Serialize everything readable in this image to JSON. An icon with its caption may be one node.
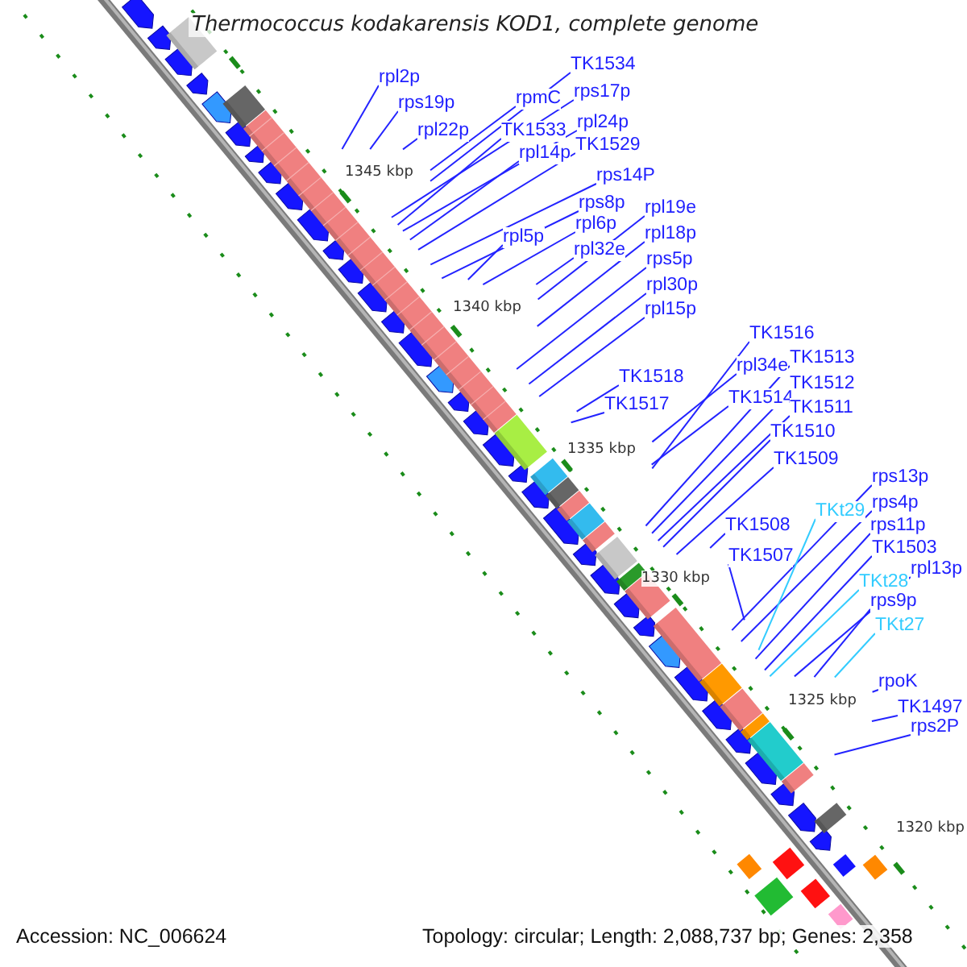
{
  "diagram": {
    "title": "Thermococcus kodakarensis KOD1, complete genome",
    "nodes": [
      {
        "text": [
          "TK1534"
        ]
      },
      {
        "text": [
          "rpl2p"
        ]
      },
      {
        "text": [
          "rps17p"
        ]
      },
      {
        "text": [
          "rpmC"
        ]
      },
      {
        "text": [
          "rps19p"
        ]
      },
      {
        "text": [
          "rpl24p"
        ]
      },
      {
        "text": [
          "rpl22p"
        ]
      },
      {
        "text": [
          "TK1533"
        ]
      },
      {
        "text": [
          "TK1529"
        ]
      },
      {
        "text": [
          "rpl14p"
        ]
      },
      {
        "text": [
          "rps14P"
        ]
      },
      {
        "text": [
          "rps8p"
        ]
      },
      {
        "text": [
          "rpl19e"
        ]
      },
      {
        "text": [
          "rpl6p"
        ]
      },
      {
        "text": [
          "rpl18p"
        ]
      },
      {
        "text": [
          "rpl5p"
        ]
      },
      {
        "text": [
          "rpl32e"
        ]
      },
      {
        "text": [
          "rps5p"
        ]
      },
      {
        "text": [
          "rpl30p"
        ]
      },
      {
        "text": [
          "rpl15p"
        ]
      },
      {
        "text": [
          "TK1516"
        ]
      },
      {
        "text": [
          "TK1513"
        ]
      },
      {
        "text": [
          "rpl34e"
        ]
      },
      {
        "text": [
          "TK1518"
        ]
      },
      {
        "text": [
          "TK1512"
        ]
      },
      {
        "text": [
          "TK1514"
        ]
      },
      {
        "text": [
          "TK1517"
        ]
      },
      {
        "text": [
          "TK1511"
        ]
      },
      {
        "text": [
          "TK1510"
        ]
      },
      {
        "text": [
          "TK1509"
        ]
      },
      {
        "text": [
          "rps13p"
        ]
      },
      {
        "text": [
          "rps4p"
        ]
      },
      {
        "text": [
          "TKt29"
        ]
      },
      {
        "text": [
          "TK1508"
        ]
      },
      {
        "text": [
          "rps11p"
        ]
      },
      {
        "text": [
          "TK1507"
        ]
      },
      {
        "text": [
          "TK1503"
        ]
      },
      {
        "text": [
          "rpl13p"
        ]
      },
      {
        "text": [
          "TKt28"
        ]
      },
      {
        "text": [
          "rps9p"
        ]
      },
      {
        "text": [
          "TKt27"
        ]
      },
      {
        "text": [
          "rpoK"
        ]
      },
      {
        "text": [
          "TK1497"
        ]
      },
      {
        "text": [
          "rps2P"
        ]
      }
    ],
    "edges": [
      {
        "from": 0,
        "to": null,
        "arrow": "none"
      },
      {
        "from": 1,
        "to": null,
        "arrow": "none"
      },
      {
        "from": 2,
        "to": null,
        "arrow": "none"
      },
      {
        "from": 3,
        "to": null,
        "arrow": "none"
      },
      {
        "from": 4,
        "to": null,
        "arrow": "none"
      },
      {
        "from": 5,
        "to": null,
        "arrow": "none"
      },
      {
        "from": 6,
        "to": null,
        "arrow": "none"
      },
      {
        "from": 7,
        "to": null,
        "arrow": "none"
      },
      {
        "from": 8,
        "to": null,
        "arrow": "none"
      },
      {
        "from": 9,
        "to": null,
        "arrow": "none"
      },
      {
        "from": 10,
        "to": null,
        "arrow": "none"
      },
      {
        "from": 11,
        "to": null,
        "arrow": "none"
      },
      {
        "from": 12,
        "to": null,
        "arrow": "none"
      },
      {
        "from": 13,
        "to": null,
        "arrow": "none"
      },
      {
        "from": 14,
        "to": null,
        "arrow": "none"
      },
      {
        "from": 15,
        "to": null,
        "arrow": "none"
      },
      {
        "from": 16,
        "to": null,
        "arrow": "none"
      },
      {
        "from": 17,
        "to": null,
        "arrow": "none"
      },
      {
        "from": 18,
        "to": null,
        "arrow": "none"
      },
      {
        "from": 19,
        "to": null,
        "arrow": "none"
      },
      {
        "from": 20,
        "to": null,
        "arrow": "none"
      },
      {
        "from": 21,
        "to": null,
        "arrow": "none"
      },
      {
        "from": 22,
        "to": null,
        "arrow": "none"
      },
      {
        "from": 23,
        "to": null,
        "arrow": "none"
      },
      {
        "from": 24,
        "to": null,
        "arrow": "none"
      },
      {
        "from": 25,
        "to": null,
        "arrow": "none"
      },
      {
        "from": 26,
        "to": null,
        "arrow": "none"
      },
      {
        "from": 27,
        "to": null,
        "arrow": "none"
      },
      {
        "from": 28,
        "to": null,
        "arrow": "none"
      },
      {
        "from": 29,
        "to": null,
        "arrow": "none"
      },
      {
        "from": 30,
        "to": null,
        "arrow": "none"
      },
      {
        "from": 31,
        "to": null,
        "arrow": "none"
      },
      {
        "from": 32,
        "to": null,
        "arrow": "none",
        "color": "#33ccff"
      },
      {
        "from": 33,
        "to": null,
        "arrow": "none"
      },
      {
        "from": 34,
        "to": null,
        "arrow": "none"
      },
      {
        "from": 35,
        "to": null,
        "arrow": "none"
      },
      {
        "from": 36,
        "to": null,
        "arrow": "none"
      },
      {
        "from": 37,
        "to": null,
        "arrow": "none"
      },
      {
        "from": 38,
        "to": null,
        "arrow": "none",
        "color": "#33ccff"
      },
      {
        "from": 39,
        "to": null,
        "arrow": "none"
      },
      {
        "from": 40,
        "to": null,
        "arrow": "none",
        "color": "#33ccff"
      },
      {
        "from": 41,
        "to": null,
        "arrow": "none"
      },
      {
        "from": 42,
        "to": null,
        "arrow": "none"
      },
      {
        "from": 43,
        "to": null,
        "arrow": "none"
      }
    ],
    "labels": [
      "1345 kbp",
      "1340 kbp",
      "1335 kbp",
      "1330 kbp",
      "1325 kbp",
      "1320 kbp",
      "Accession: NC_006624",
      "Topology: circular; Length: 2,088,737 bp; Genes: 2,358"
    ]
  }
}
